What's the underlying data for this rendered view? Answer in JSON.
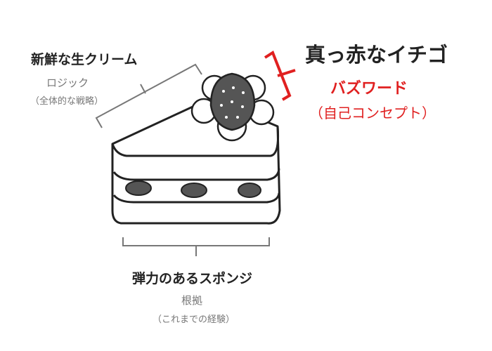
{
  "cream": {
    "title": "新鮮な生クリーム",
    "label": "ロジック",
    "note": "（全体的な戦略）"
  },
  "strawberry": {
    "title": "真っ赤なイチゴ",
    "label": "バズワード",
    "note": "（自己コンセプト）"
  },
  "sponge": {
    "title": "弾力のあるスポンジ",
    "label": "根拠",
    "note": "（これまでの経験）"
  },
  "colors": {
    "accent": "#e02020",
    "line": "#222222",
    "bracket": "#777777"
  }
}
